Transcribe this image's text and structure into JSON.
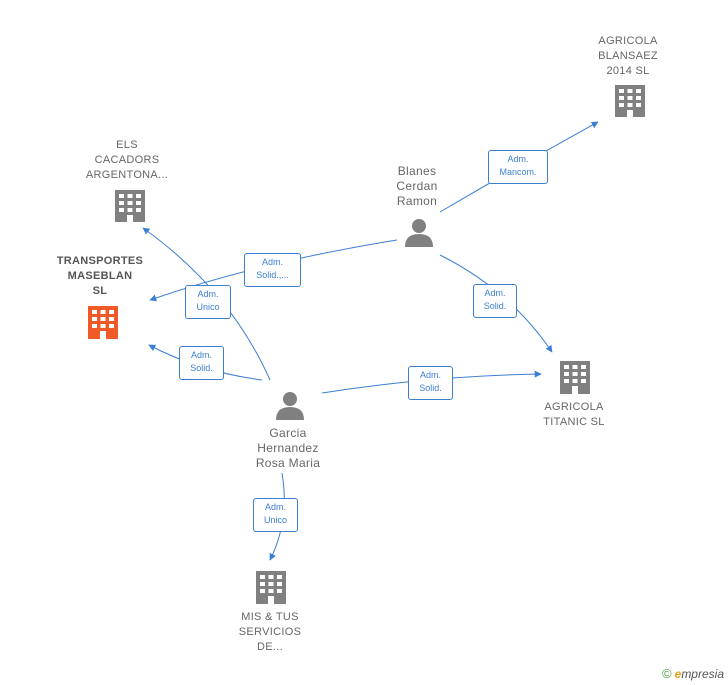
{
  "colors": {
    "edge": "#3b7fd4",
    "company": "#808080",
    "focus_company": "#f05a28",
    "person": "#808080"
  },
  "nodes": {
    "transportes": {
      "type": "company",
      "focus": true,
      "lines": [
        "TRANSPORTES",
        "MASEBLAN",
        "SL"
      ]
    },
    "els_cacadors": {
      "type": "company",
      "lines": [
        "ELS",
        "CACADORS",
        "ARGENTONA..."
      ]
    },
    "agricola_blansaez": {
      "type": "company",
      "lines": [
        "AGRICOLA",
        "BLANSAEZ",
        "2014  SL"
      ]
    },
    "agricola_titanic": {
      "type": "company",
      "lines": [
        "AGRICOLA",
        "TITANIC  SL"
      ]
    },
    "mis_tus": {
      "type": "company",
      "lines": [
        "MIS & TUS",
        "SERVICIOS",
        "DE..."
      ]
    },
    "blanes": {
      "type": "person",
      "lines": [
        "Blanes",
        "Cerdan",
        "Ramon"
      ]
    },
    "garcia": {
      "type": "person",
      "lines": [
        "Garcia",
        "Hernandez",
        "Rosa Maria"
      ]
    }
  },
  "edges": {
    "blanes_transportes": [
      "Adm.",
      "Solid.,..."
    ],
    "blanes_blansaez": [
      "Adm.",
      "Mancom."
    ],
    "blanes_titanic": [
      "Adm.",
      "Solid."
    ],
    "garcia_cacadors": [
      "Adm.",
      "Unico"
    ],
    "garcia_transportes": [
      "Adm.",
      "Solid."
    ],
    "garcia_titanic": [
      "Adm.",
      "Solid."
    ],
    "garcia_mistus": [
      "Adm.",
      "Unico"
    ]
  },
  "footer": {
    "copyright": "©",
    "brand_initial": "e",
    "brand_rest": "mpresia"
  }
}
